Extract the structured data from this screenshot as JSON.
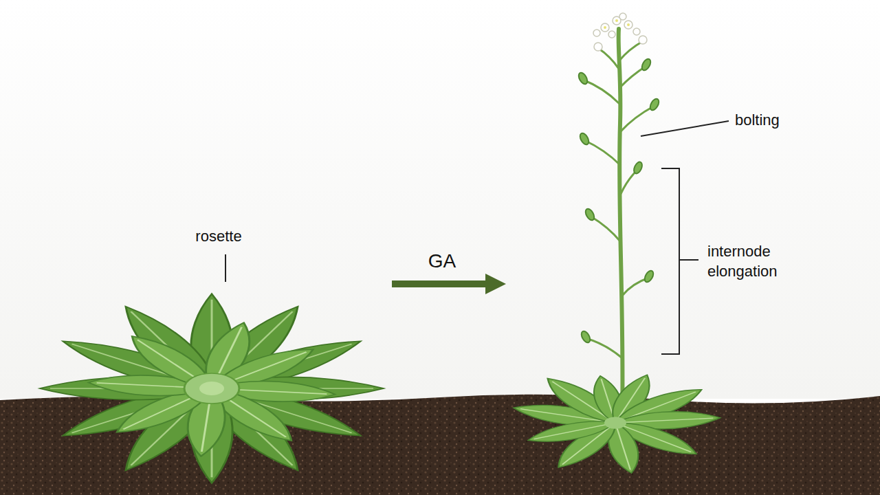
{
  "diagram": {
    "labels": [
      "rosette",
      "GA",
      "bolting",
      "internode elongation"
    ]
  }
}
